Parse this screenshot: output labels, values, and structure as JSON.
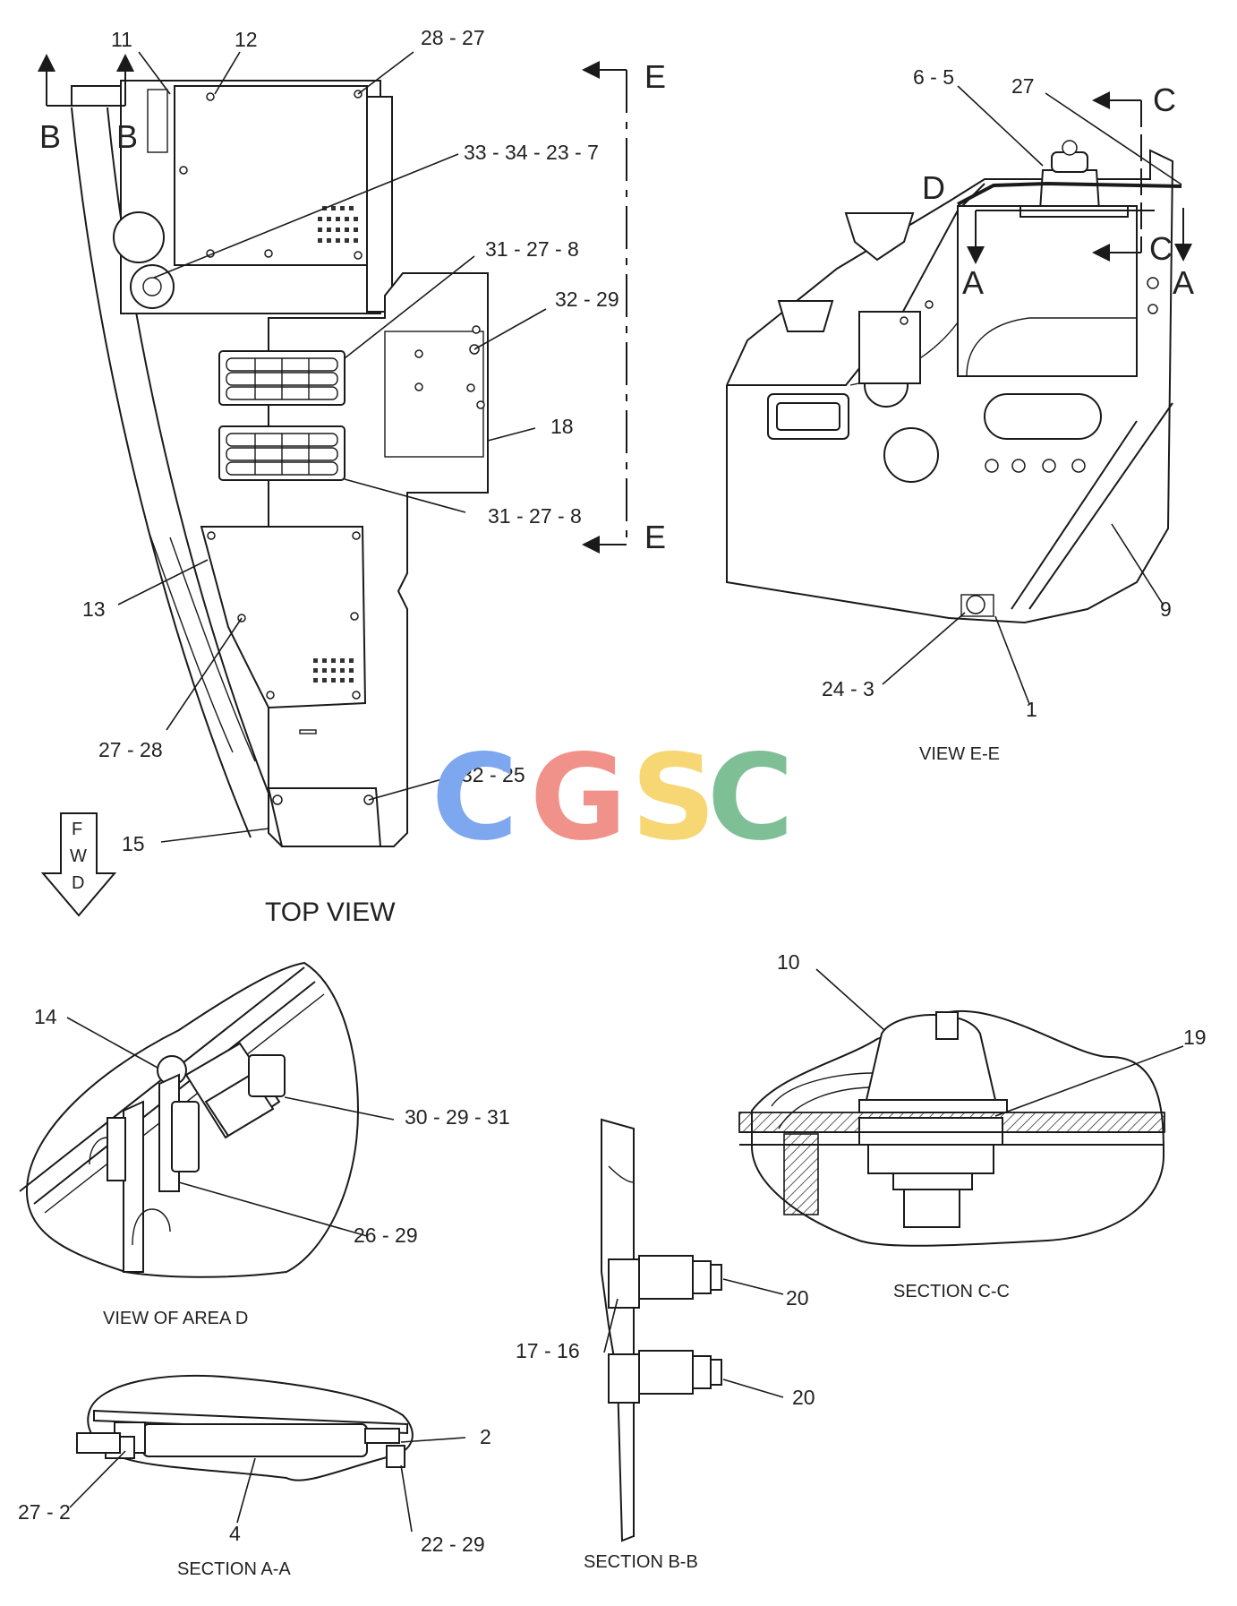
{
  "watermark": {
    "letters": [
      "C",
      "G",
      "S",
      "C"
    ],
    "colors": [
      "#7da7ee",
      "#f1928a",
      "#f7d774",
      "#7fbf96"
    ]
  },
  "fwd_arrow": {
    "letters": [
      "F",
      "W",
      "D"
    ]
  },
  "section_markers": {
    "b1": "B",
    "b2": "B",
    "e_top": "E",
    "e_bottom": "E",
    "c_top": "C",
    "c_bottom": "C",
    "a_left": "A",
    "a_right": "A",
    "d": "D"
  },
  "captions": {
    "top_view": "TOP VIEW",
    "view_ee": "VIEW E-E",
    "view_area_d": "VIEW OF AREA D",
    "section_cc": "SECTION C-C",
    "section_aa": "SECTION A-A",
    "section_bb": "SECTION B-B"
  },
  "callouts": {
    "c11": "11",
    "c12": "12",
    "c28_27": "28 - 27",
    "c33_34_23_7": "33 - 34 - 23 - 7",
    "c31_27_8_top": "31 - 27 - 8",
    "c32_29": "32 - 29",
    "c18": "18",
    "c31_27_8_bottom": "31 - 27 - 8",
    "c13": "13",
    "c27_28": "27 - 28",
    "c32_25": "32 - 25",
    "c15": "15",
    "c6_5": "6 - 5",
    "c27": "27",
    "c9": "9",
    "c24_3": "24 - 3",
    "c1": "1",
    "c10": "10",
    "c19": "19",
    "c14": "14",
    "c30_29_31": "30 - 29 - 31",
    "c26_29": "26 - 29",
    "c20_top": "20",
    "c17_16": "17 - 16",
    "c20_bottom": "20",
    "c2": "2",
    "c27_2": "27 - 2",
    "c4": "4",
    "c22_29": "22 - 29"
  }
}
